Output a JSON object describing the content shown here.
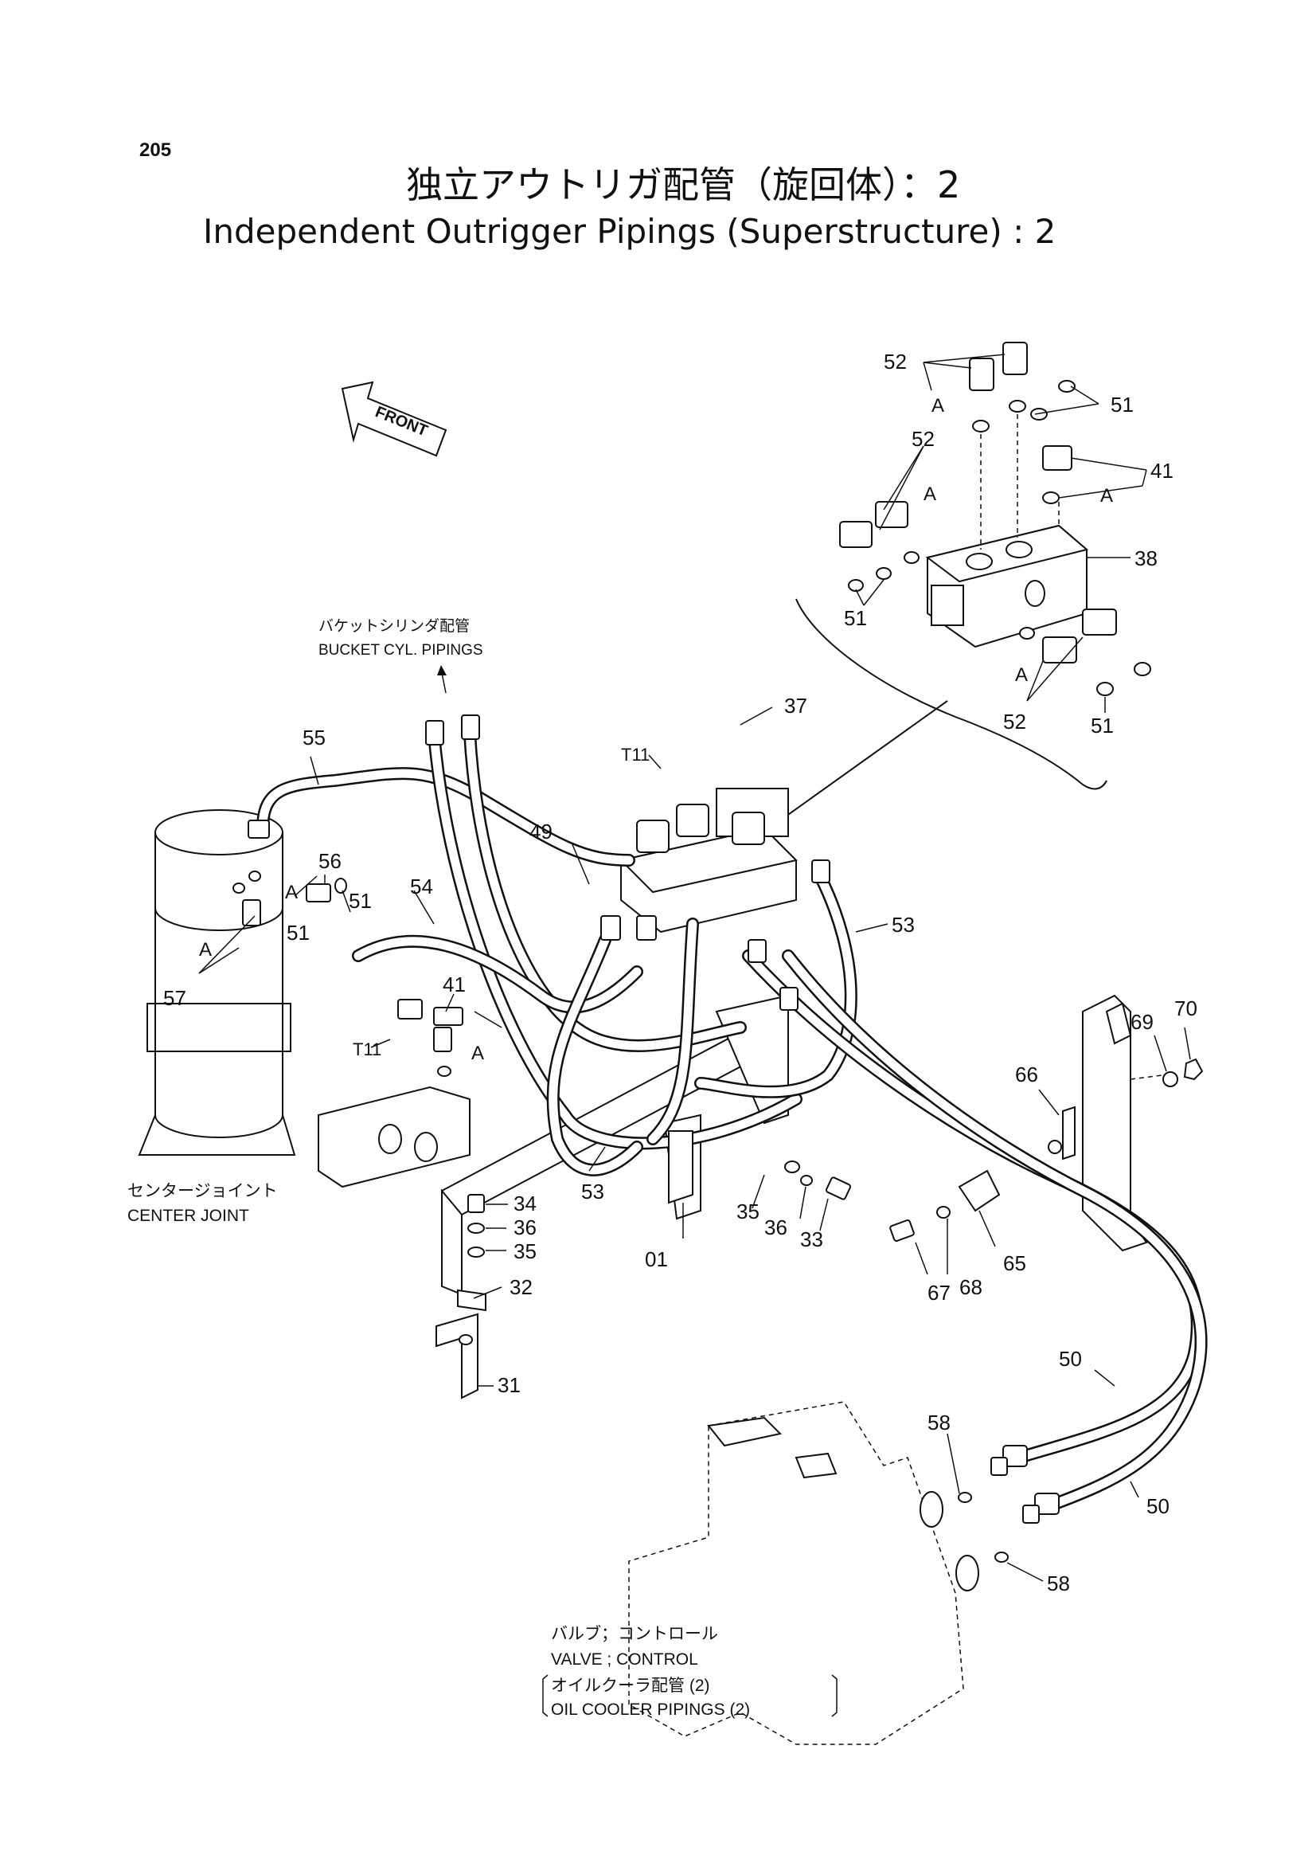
{
  "page_number": "205",
  "title_jp": "独立アウトリガ配管（旋回体）：2",
  "title_en": "Independent Outrigger Pipings (Superstructure) : 2",
  "front_arrow": "FRONT",
  "labels": {
    "bucket_jp": "バケットシリンダ配管",
    "bucket_en": "BUCKET CYL. PIPINGS",
    "center_jp": "センタージョイント",
    "center_en": "CENTER JOINT",
    "valve_jp": "バルブ；コントロール",
    "valve_en": "VALVE ; CONTROL",
    "cooler_jp": "オイルクーラ配管 (2)",
    "cooler_en": "OIL COOLER PIPINGS (2)"
  },
  "callouts": {
    "c52a": "52",
    "c51a": "51",
    "cAa": "A",
    "c52b": "52",
    "cAb": "A",
    "c41a": "41",
    "cAc": "A",
    "c38": "38",
    "c51b": "51",
    "cAd": "A",
    "c52c": "52",
    "c51c": "51",
    "c37": "37",
    "cT11a": "T11",
    "c55": "55",
    "c56": "56",
    "cAe": "A",
    "c51d": "51",
    "c51e": "51",
    "c54": "54",
    "c49": "49",
    "c53a": "53",
    "cAf": "A",
    "c57": "57",
    "c41b": "41",
    "cT11b": "T11",
    "cAg": "A",
    "c69": "69",
    "c70": "70",
    "c66": "66",
    "c34": "34",
    "c36a": "36",
    "c35a": "35",
    "c53b": "53",
    "c35b": "35",
    "c36b": "36",
    "c33": "33",
    "c01": "01",
    "c32": "32",
    "c31": "31",
    "c67": "67",
    "c68": "68",
    "c65": "65",
    "c50a": "50",
    "c58a": "58",
    "c50b": "50",
    "c58b": "58"
  }
}
